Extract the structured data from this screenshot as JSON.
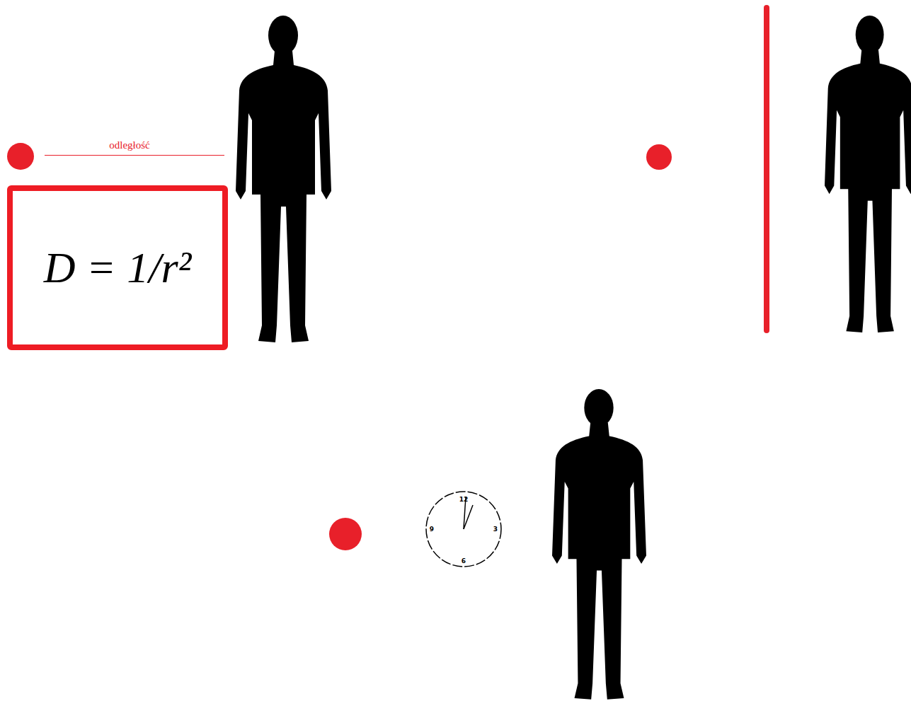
{
  "diagram": {
    "nodes": [
      {
        "text": [
          "D = 1/r²"
        ]
      }
    ],
    "labels": [
      "odległość",
      "12",
      "3",
      "6",
      "9"
    ]
  }
}
